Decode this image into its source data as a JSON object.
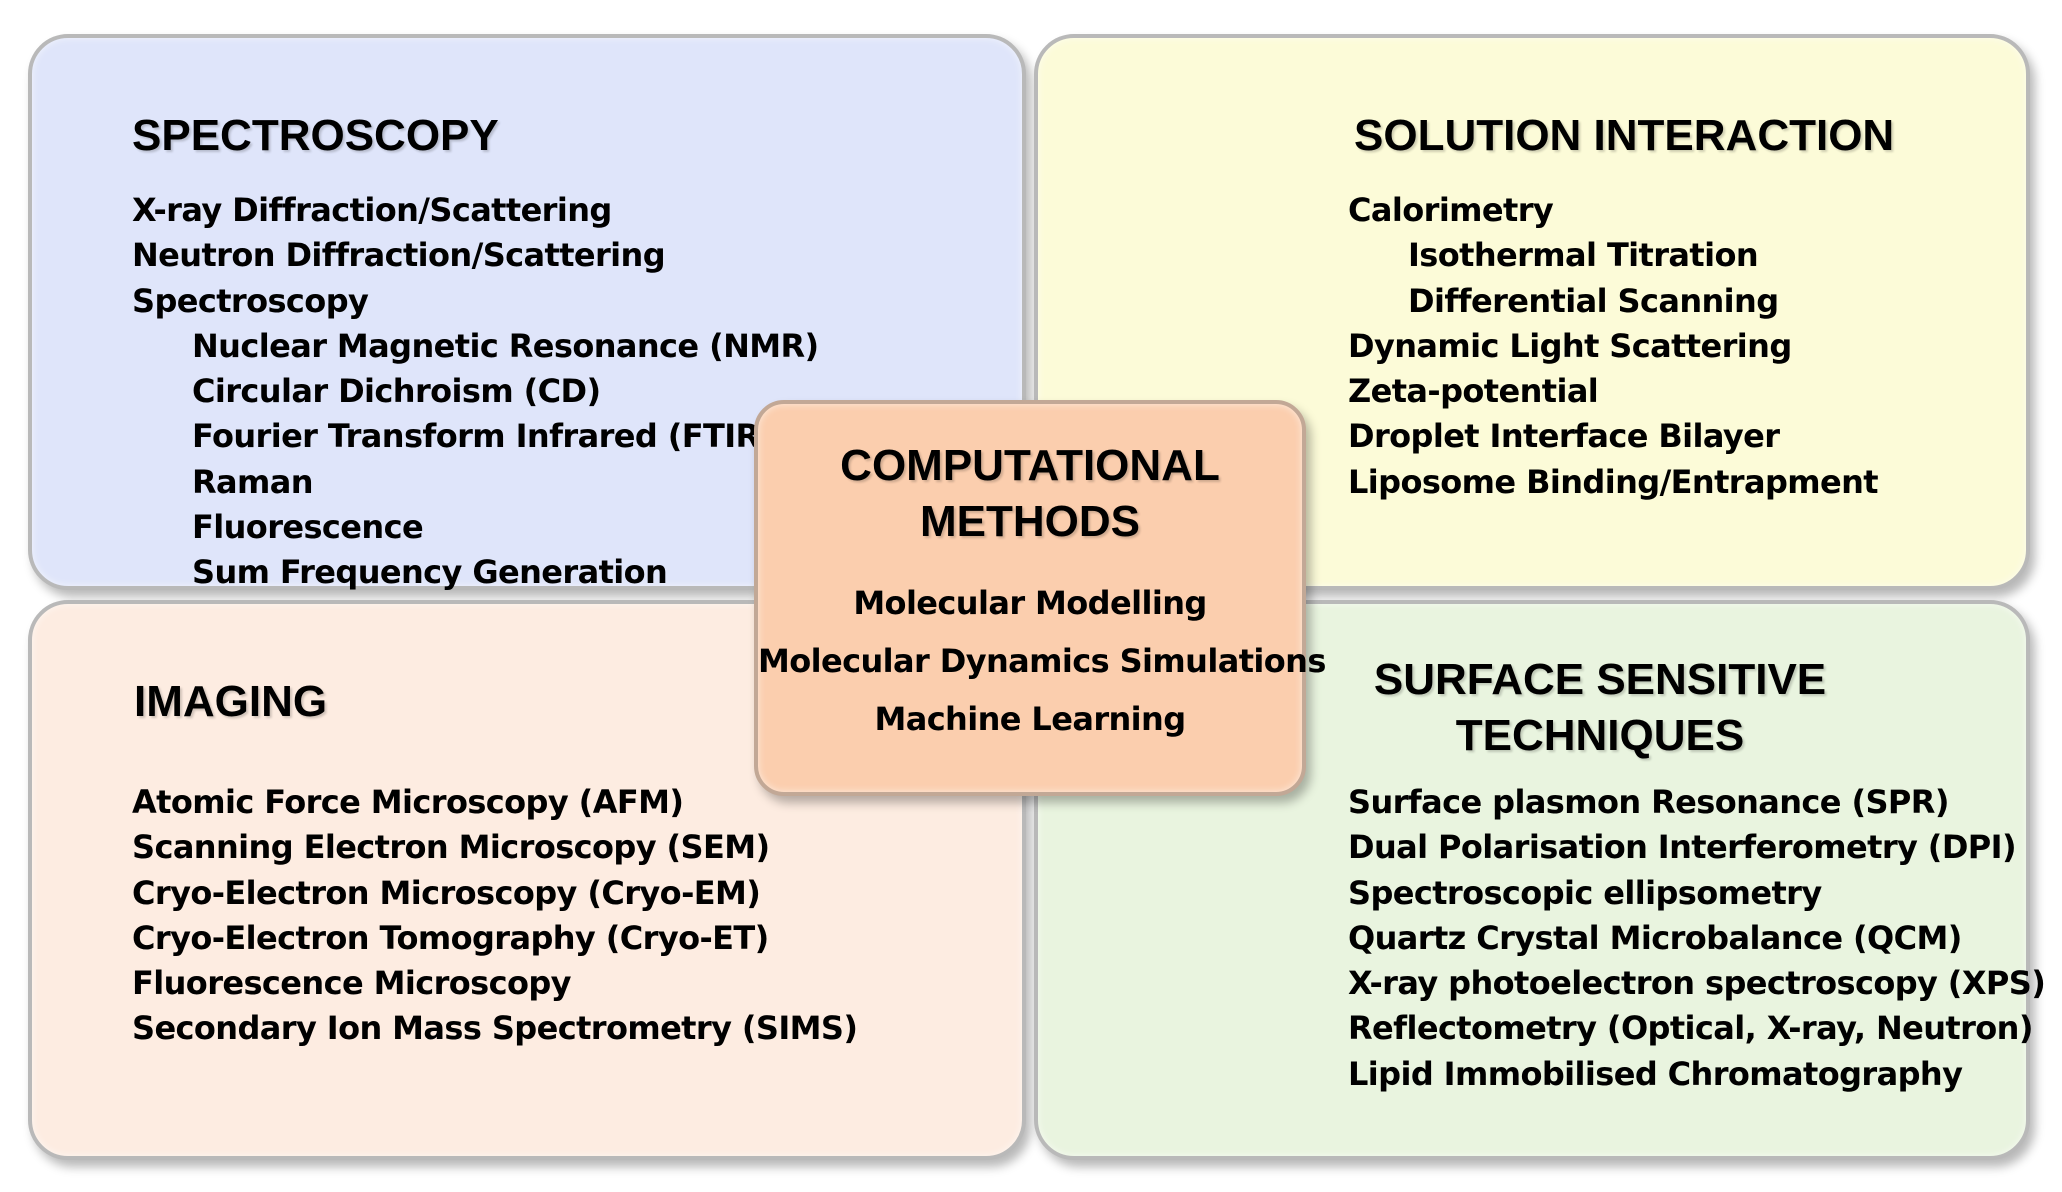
{
  "spectroscopy": {
    "title": "SPECTROSCOPY",
    "items": [
      {
        "text": "X-ray Diffraction/Scattering",
        "indent": false
      },
      {
        "text": "Neutron Diffraction/Scattering",
        "indent": false
      },
      {
        "text": "Spectroscopy",
        "indent": false
      },
      {
        "text": "Nuclear Magnetic Resonance (NMR)",
        "indent": true
      },
      {
        "text": "Circular Dichroism (CD)",
        "indent": true
      },
      {
        "text": "Fourier Transform Infrared (FTIR)",
        "indent": true
      },
      {
        "text": "Raman",
        "indent": true
      },
      {
        "text": "Fluorescence",
        "indent": true
      },
      {
        "text": "Sum Frequency Generation",
        "indent": true
      }
    ],
    "color": "#dfe5fa"
  },
  "solution_interaction": {
    "title": "SOLUTION INTERACTION",
    "items": [
      {
        "text": "Calorimetry",
        "indent": false
      },
      {
        "text": "Isothermal Titration",
        "indent": true
      },
      {
        "text": "Differential Scanning",
        "indent": true
      },
      {
        "text": "Dynamic Light Scattering",
        "indent": false
      },
      {
        "text": "Zeta-potential",
        "indent": false
      },
      {
        "text": "Droplet Interface Bilayer",
        "indent": false
      },
      {
        "text": "Liposome Binding/Entrapment",
        "indent": false
      }
    ],
    "color": "#fcfbd8"
  },
  "imaging": {
    "title": "IMAGING",
    "items": [
      {
        "text": "Atomic Force Microscopy (AFM)",
        "indent": false
      },
      {
        "text": "Scanning Electron Microscopy (SEM)",
        "indent": false
      },
      {
        "text": "Cryo-Electron Microscopy (Cryo-EM)",
        "indent": false
      },
      {
        "text": "Cryo-Electron Tomography (Cryo-ET)",
        "indent": false
      },
      {
        "text": "Fluorescence Microscopy",
        "indent": false
      },
      {
        "text": "Secondary Ion Mass Spectrometry (SIMS)",
        "indent": false
      }
    ],
    "color": "#fdece1"
  },
  "surface_sensitive": {
    "title_line1": "SURFACE SENSITIVE",
    "title_line2": "TECHNIQUES",
    "items": [
      {
        "text": "Surface plasmon Resonance (SPR)",
        "indent": false
      },
      {
        "text": "Dual Polarisation Interferometry (DPI)",
        "indent": false
      },
      {
        "text": "Spectroscopic ellipsometry",
        "indent": false
      },
      {
        "text": "Quartz Crystal Microbalance (QCM)",
        "indent": false
      },
      {
        "text": "X-ray photoelectron spectroscopy (XPS)",
        "indent": false
      },
      {
        "text": "Reflectometry (Optical, X-ray, Neutron)",
        "indent": false
      },
      {
        "text": "Lipid Immobilised Chromatography",
        "indent": false
      }
    ],
    "color": "#e9f4df"
  },
  "computational": {
    "title_line1": "COMPUTATIONAL",
    "title_line2": "METHODS",
    "items": [
      {
        "text": "Molecular Modelling",
        "indent": false
      },
      {
        "text": "Molecular Dynamics Simulations",
        "indent": false
      },
      {
        "text": "Machine Learning",
        "indent": false
      }
    ],
    "color": "#fbceae"
  }
}
